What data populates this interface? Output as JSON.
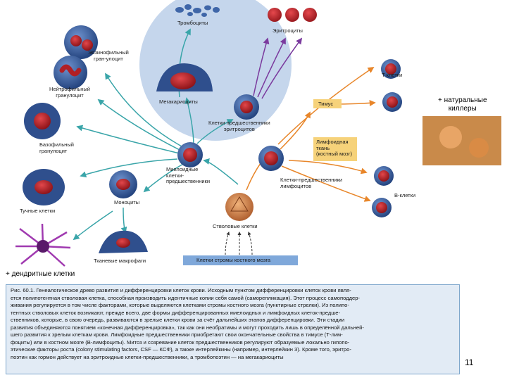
{
  "labels": {
    "thrombocytes": "Тромбоциты",
    "erythrocytes": "Эритроциты",
    "eosinophil": [
      "Эозинофильный",
      "гран-улоцит"
    ],
    "neutrophil": [
      "Нейтрофильный",
      "гранулоцит"
    ],
    "megakaryocytes": "Мегакариоциты",
    "erythroid_precursors": [
      "Клетки предшественники",
      "эритроцитов"
    ],
    "t_cells": "Т клетки",
    "thymus": "Тимус",
    "basophil": [
      "Базофильный",
      "гранулоцит"
    ],
    "myeloid": [
      "Миелоидные",
      "клетки-",
      "предшественники"
    ],
    "lymphoid_tissue": [
      "Лимфоидная",
      "ткань",
      "(костный мозг)"
    ],
    "lymphoid_precursors": [
      "Клетки-предшественники",
      "лимфоцитов"
    ],
    "b_cells": "В-клетки",
    "mast_cells": "Тучные клетки",
    "monocytes": "Моноциты",
    "stem_cells": "Стволовые клетки",
    "macrophages": "Тканевые макрофаги",
    "stroma": "Клетки стромы костного мозга"
  },
  "side_notes": {
    "nk": [
      "+ натуральные",
      "киллеры"
    ],
    "dendritic": "+ дендритные клетки"
  },
  "caption": [
    "Рис. 60.1. Генеалогическое древо развития и дифференцировки клеток крови. Исходным пунктом дифференцировки клеток крови явля-",
    "ется полипотентная стволовая клетка, способная производить идентичные копии себя самой (самореплика­ция). Этот процесс самоподдер-",
    "живания регулируется в том числе факторами, которые выделяются клетками стромы костного мозга (пунктирные стрелки). Из полипо-",
    "тентных стволовых клеток возникают, прежде всего, две формы дифференцированных миелоидных и лимфоидных клеток-предше-",
    "ственников, которые, в свою очередь, развиваются в зрелые клетки крови за счёт дальнейших этапов дифференцировки. Эти стадии",
    "развития объединяются понятием «конечная дифференцировка», так как они необратимы и могут проходить лишь в определённой дальней-",
    "шего развития к зрелым клеткам крови. Лимфоидные предшественники приобретают свои окончательные свойства в тимусе (Т-лим-",
    "фоциты) или в костном мозге (В-лимфоциты). Митоз и созревание клеток предшественников регулируют образуемые локально гипопо-",
    "этические факторы роста (colony stimulating factors, CSF — КСФ), а также интерлейкины (например, интерлейкин 3). Кроме того, эритро-",
    "поэтин как гормон действует на эритроидные клетки-предшественники, а тромбопоэтин — на мегакариоциты"
  ],
  "page_number": "11",
  "colors": {
    "circle": "#c5d6ec",
    "arrow_teal": "#3aa5a9",
    "arrow_orange": "#e8862a",
    "arrow_purple": "#7b3b9e",
    "box_yellow": "#f6d27a",
    "box_blue": "#7fa8da",
    "cell_blue": "#3f66a8",
    "nucleus_red": "#c0262c",
    "caption_bg": "#e2ebf5",
    "caption_border": "#7fa7cc"
  }
}
